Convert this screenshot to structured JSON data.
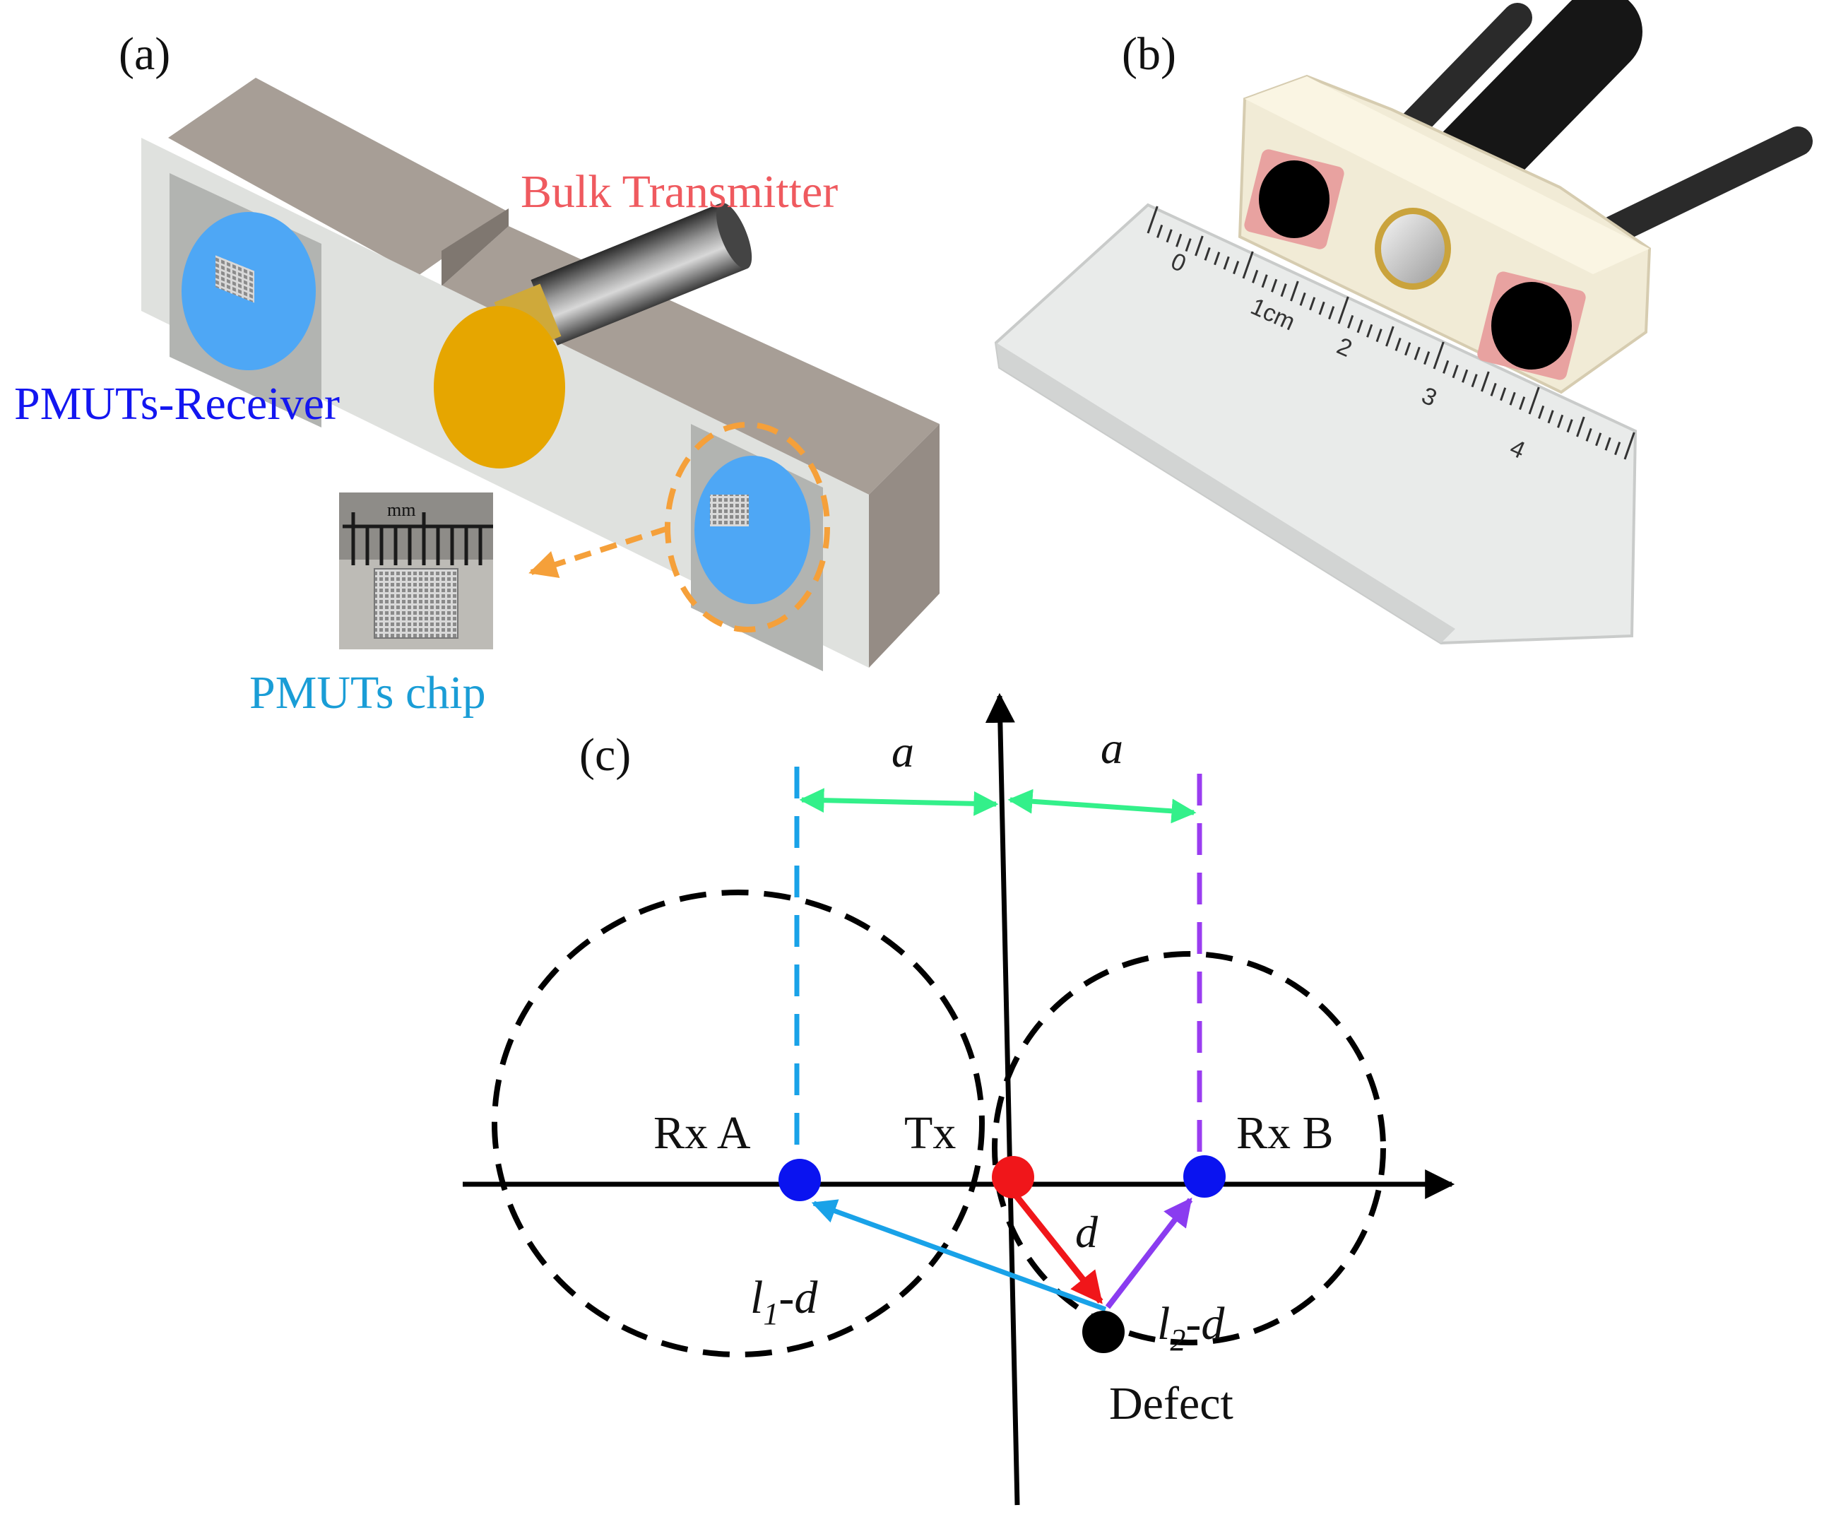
{
  "panel_a": {
    "label": "(a)",
    "bulk_transmitter_label": "Bulk Transmitter",
    "receiver_label": "PMUTs-Receiver",
    "chip_label": "PMUTs chip",
    "chip_scale_text": "mm",
    "colors": {
      "transmitter_label": "#ef5a5f",
      "receiver_label": "#1316f0",
      "chip_label": "#1a9dd6",
      "receiver_disk": "#4ea7f5",
      "transmitter_disk": "#e6a600",
      "callout": "#f5a03a"
    }
  },
  "panel_b": {
    "label": "(b)",
    "ruler_numbers": [
      "0",
      "1cm",
      "2",
      "3",
      "4"
    ]
  },
  "panel_c": {
    "label": "(c)",
    "spacing_left": "a",
    "spacing_right": "a",
    "rx_a": "Rx A",
    "tx": "Tx",
    "rx_b": "Rx B",
    "d": "d",
    "l1_base": "l",
    "l1_sub": "1",
    "l1_suffix": "-d",
    "l2_base": "l",
    "l2_sub": "2",
    "l2_suffix": "-d",
    "defect": "Defect",
    "colors": {
      "rx_dot": "#0a13f0",
      "tx_dot": "#f0161a",
      "defect_dot": "#000000",
      "spacing_arrow": "#33f08a",
      "rx_a_path": "#19a2e8",
      "tx_path": "#f0161a",
      "rx_b_path": "#8a3cf0",
      "rx_a_dashed": "#19a2e8",
      "rx_b_dashed": "#9a3cf0"
    }
  }
}
